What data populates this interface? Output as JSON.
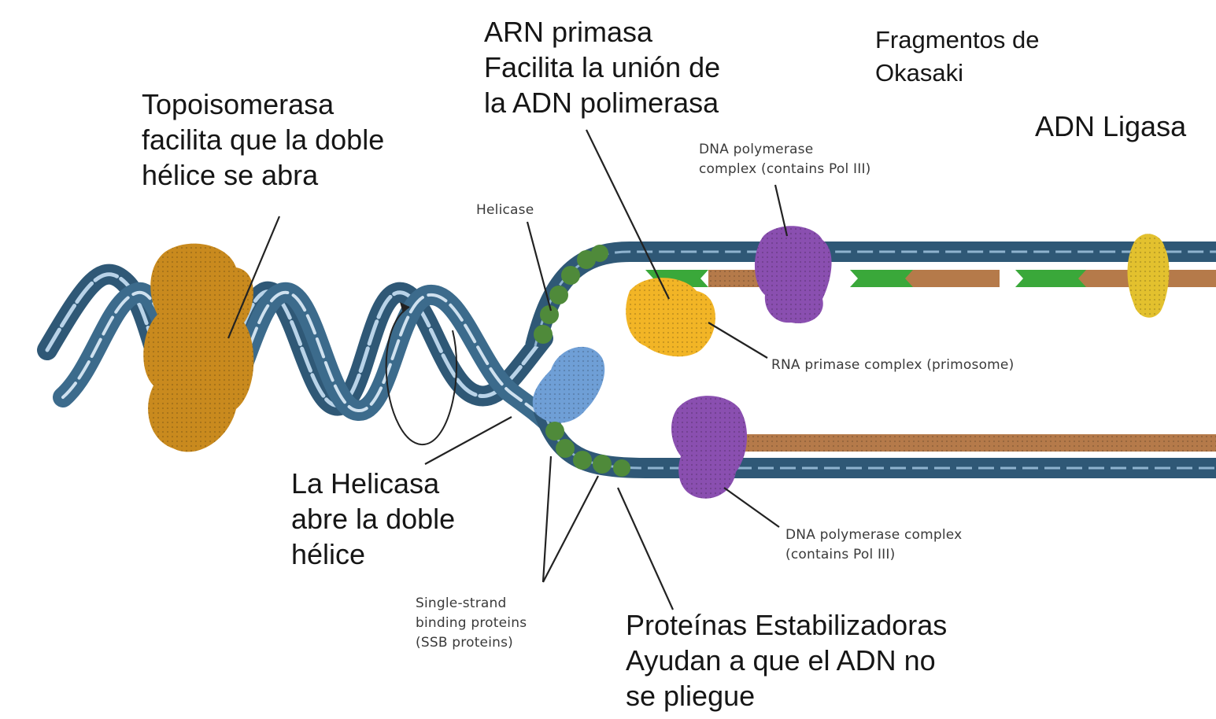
{
  "labels": {
    "topoisomerasa": "Topoisomerasa\nfacilita que la doble\nhélice se abra",
    "arn_primasa": "ARN primasa\nFacilita la unión de\nla ADN polimerasa",
    "fragmentos": "Fragmentos de\nOkasaki",
    "adn_ligasa": "ADN Ligasa",
    "dna_pol_top": "DNA polymerase\ncomplex (contains Pol III)",
    "helicase": "Helicase",
    "rna_primase": "RNA primase complex (primosome)",
    "la_helicasa": "La Helicasa\nabre la doble\nhélice",
    "dna_pol_bottom": "DNA polymerase complex\n(contains Pol III)",
    "ssb": "Single-strand\nbinding proteins\n(SSB proteins)",
    "proteinas": "Proteínas Estabilizadoras\nAyudan a que el ADN no\nse pliegue"
  },
  "colors": {
    "dna_blue": "#2f5876",
    "dna_light": "#9fc1dc",
    "topoisomerase": "#c98a1e",
    "helicase_protein": "#6f9fd6",
    "ssb_green": "#4f8a3a",
    "polymerase_purple": "#8a4fb0",
    "primase_yellow": "#f2b526",
    "ligase_yellow": "#e3c12e",
    "okazaki_green": "#3aa83a",
    "new_strand_brown": "#b57a4a"
  }
}
